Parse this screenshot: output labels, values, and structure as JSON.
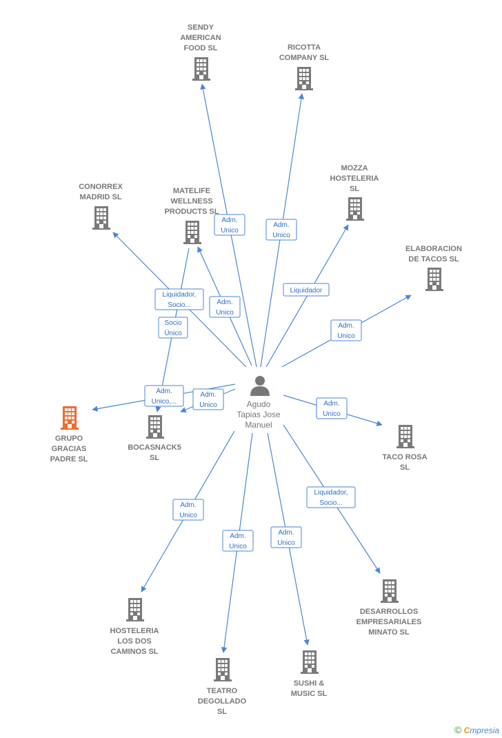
{
  "colors": {
    "edge": "#4a86d4",
    "building": "#7a7a7a",
    "highlight": "#f26a2e",
    "person": "#777777"
  },
  "center": {
    "label_lines": [
      "Agudo",
      "Tapias Jose",
      "Manuel"
    ],
    "icon": "person-icon"
  },
  "nodes": [
    {
      "id": "sendy",
      "label_lines": [
        "SENDY",
        "AMERICAN",
        "FOOD SL"
      ],
      "icon": "building-icon"
    },
    {
      "id": "ricotta",
      "label_lines": [
        "RICOTTA",
        "COMPANY SL"
      ],
      "icon": "building-icon"
    },
    {
      "id": "mozza",
      "label_lines": [
        "MOZZA",
        "HOSTELERIA",
        "SL"
      ],
      "icon": "building-icon"
    },
    {
      "id": "conorrex",
      "label_lines": [
        "CONORREX",
        "MADRID  SL"
      ],
      "icon": "building-icon"
    },
    {
      "id": "matelife",
      "label_lines": [
        "MATELIFE",
        "WELLNESS",
        "PRODUCTS  SL"
      ],
      "icon": "building-icon"
    },
    {
      "id": "elaboracion",
      "label_lines": [
        "ELABORACION",
        "DE TACOS  SL"
      ],
      "icon": "building-icon"
    },
    {
      "id": "grupo",
      "label_lines": [
        "GRUPO",
        "GRACIAS",
        "PADRE  SL"
      ],
      "icon": "building-icon",
      "highlight": true
    },
    {
      "id": "bocasnack",
      "label_lines": [
        "BOCASNACK5",
        "SL"
      ],
      "icon": "building-icon"
    },
    {
      "id": "tacorosa",
      "label_lines": [
        "TACO ROSA",
        "SL"
      ],
      "icon": "building-icon"
    },
    {
      "id": "hosteleria",
      "label_lines": [
        "HOSTELERIA",
        "LOS DOS",
        "CAMINOS SL"
      ],
      "icon": "building-icon"
    },
    {
      "id": "desarrollos",
      "label_lines": [
        "DESARROLLOS",
        "EMPRESARIALES",
        "MINATO  SL"
      ],
      "icon": "building-icon"
    },
    {
      "id": "teatro",
      "label_lines": [
        "TEATRO",
        "DEGOLLADO",
        "SL"
      ],
      "icon": "building-icon"
    },
    {
      "id": "sushi",
      "label_lines": [
        "SUSHI &",
        "MUSIC SL"
      ],
      "icon": "building-icon"
    }
  ],
  "edges": [
    {
      "to": "sendy",
      "label_lines": [
        "Adm.",
        "Unico"
      ]
    },
    {
      "to": "ricotta",
      "label_lines": [
        "Adm.",
        "Unico"
      ]
    },
    {
      "to": "mozza",
      "label_lines": [
        "Liquidador"
      ]
    },
    {
      "to": "conorrex",
      "label_lines": [
        "Liquidador,",
        "Socio..."
      ]
    },
    {
      "to": "matelife",
      "label_lines": [
        "Adm.",
        "Unico"
      ]
    },
    {
      "to": "bocasnack",
      "label_lines": [
        "Socio",
        "Único"
      ]
    },
    {
      "to": "elaboracion",
      "label_lines": [
        "Adm.",
        "Unico"
      ]
    },
    {
      "to": "grupo",
      "label_lines": [
        "Adm.",
        "Unico,..."
      ]
    },
    {
      "to": "bocasnack2",
      "label_lines": [
        "Adm.",
        "Unico"
      ]
    },
    {
      "to": "tacorosa",
      "label_lines": [
        "Adm.",
        "Unico"
      ]
    },
    {
      "to": "hosteleria",
      "label_lines": [
        "Adm.",
        "Unico"
      ]
    },
    {
      "to": "teatro",
      "label_lines": [
        "Adm.",
        "Unico"
      ]
    },
    {
      "to": "sushi",
      "label_lines": [
        "Adm.",
        "Unico"
      ]
    },
    {
      "to": "desarrollos",
      "label_lines": [
        "Liquidador,",
        "Socio..."
      ]
    }
  ],
  "footer": {
    "copyright": "©",
    "brand_first": "C",
    "brand_rest": "mpresia"
  }
}
